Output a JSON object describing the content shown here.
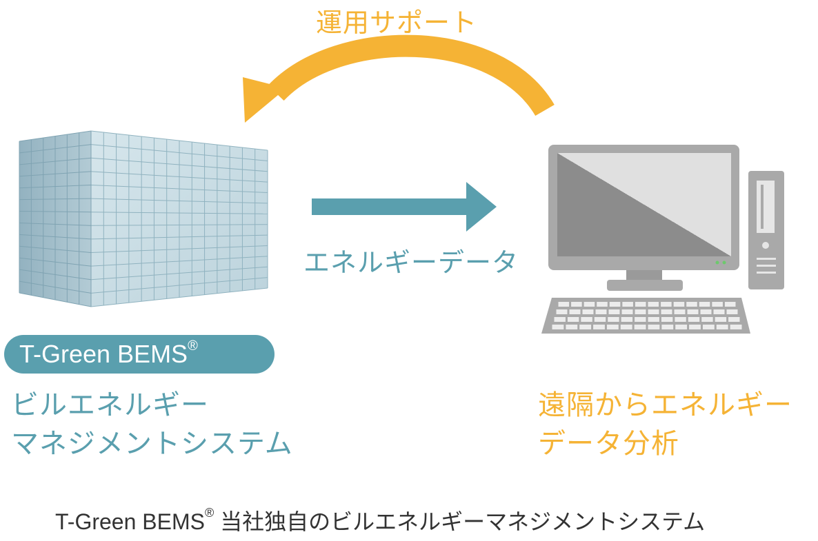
{
  "labels": {
    "support": "運用サポート",
    "energy_data": "エネルギーデータ"
  },
  "bems_badge": {
    "name": "T-Green BEMS",
    "registered": "®"
  },
  "bems_description": {
    "line1": "ビルエネルギー",
    "line2": "マネジメントシステム"
  },
  "remote_description": {
    "line1": "遠隔からエネルギー",
    "line2": "データ分析"
  },
  "caption": {
    "name": "T-Green BEMS",
    "registered": "®",
    "text": "当社独自のビルエネルギーマネジメントシステム"
  },
  "colors": {
    "orange": "#f5b335",
    "teal": "#5a9fae",
    "building_face": "#c7dbe2",
    "building_side": "#a7c3cf",
    "computer_gray": "#a9a9a9"
  },
  "icons": {
    "building": "building-icon",
    "computer": "desktop-computer-icon",
    "support_arrow": "curved-arrow-left-icon",
    "data_arrow": "arrow-right-icon"
  }
}
